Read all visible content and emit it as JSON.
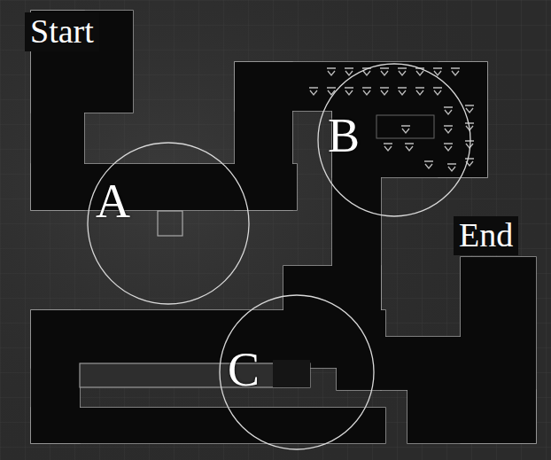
{
  "diagram": {
    "nodes": [
      {
        "text": [
          "A"
        ]
      },
      {
        "text": [
          "B"
        ]
      },
      {
        "text": [
          "C"
        ]
      }
    ],
    "labels": [
      "Start",
      "End"
    ]
  }
}
